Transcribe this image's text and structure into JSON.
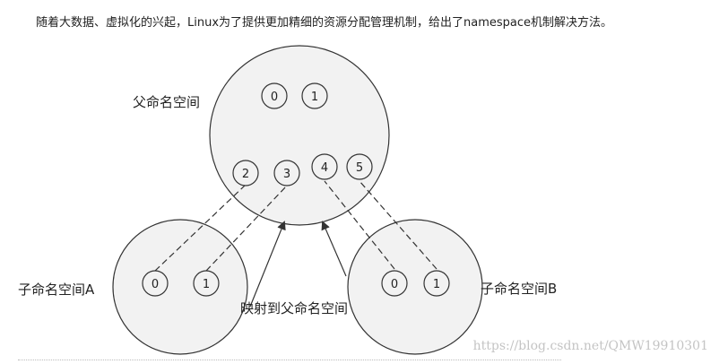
{
  "intro_text": "随着大数据、虚拟化的兴起，Linux为了提供更加精细的资源分配管理机制，给出了namespace机制解决方法。",
  "diagram": {
    "parent_label": "父命名空间",
    "child_a_label": "子命名空间A",
    "child_b_label": "子命名空间B",
    "mapping_label": "映射到父命名空间",
    "parent_pids": [
      "0",
      "1",
      "2",
      "3",
      "4",
      "5"
    ],
    "child_a_pids": [
      "0",
      "1"
    ],
    "child_b_pids": [
      "0",
      "1"
    ]
  },
  "watermark": "https://blog.csdn.net/QMW19910301"
}
